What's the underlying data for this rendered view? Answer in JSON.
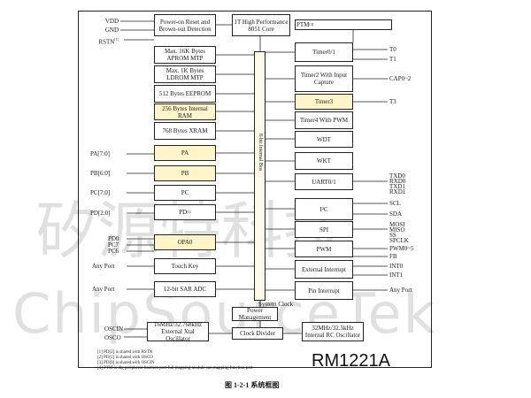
{
  "power_pins": [
    "VDD",
    "GND"
  ],
  "rstn_pin": "RSTN",
  "power_reset": "Power-on Reset and Brown-out Detection",
  "core": "1T High Performance 8051 Core",
  "bus_label": "8-bit Internal Bus",
  "memory": [
    "Max. 16K Bytes APROM MTP",
    "Max. 1K Bytes LDROM MTP",
    "512 Bytes EEPROM",
    "256 Bytes Internal RAM",
    "768 Bytes XRAM"
  ],
  "left_blocks": [
    {
      "label": "PA",
      "pin": "PA[7:0]"
    },
    {
      "label": "PB",
      "pin": "PB[6:0]"
    },
    {
      "label": "PC",
      "pin": "PC[7:0]"
    },
    {
      "label": "PD",
      "pin": "PD[2:0]"
    }
  ],
  "opa": {
    "label": "OPA0",
    "pins": [
      "PD0",
      "PC7",
      "PC6"
    ]
  },
  "touch": {
    "label": "Touch Key",
    "pin": "Any Port"
  },
  "adc": {
    "label": "12-bit SAR ADC",
    "pin": "Any Port"
  },
  "ptm": "PTM",
  "right_blocks": [
    {
      "label": "Timer0/1",
      "pins": [
        "T0",
        "T1"
      ]
    },
    {
      "label": "Timer2 With Input Capture",
      "pins": [
        "CAP0~2"
      ]
    },
    {
      "label": "Timer3",
      "pins": [
        "T3"
      ]
    },
    {
      "label": "Timer4 With PWM",
      "pins": []
    },
    {
      "label": "WDT",
      "pins": []
    },
    {
      "label": "WKT",
      "pins": []
    },
    {
      "label": "UART0/1",
      "pins": [
        "TXD0",
        "RXD0",
        "TXD1",
        "RXD1"
      ]
    },
    {
      "label": "I²C",
      "pins": [
        "SCL",
        "SDA"
      ]
    },
    {
      "label": "SPI",
      "pins": [
        "MOSI",
        "MISO",
        "SS",
        "SPCLK"
      ]
    },
    {
      "label": "PWM",
      "pins": [
        "PWM0~5",
        "FB"
      ]
    },
    {
      "label": "External Interrupt",
      "pins": [
        "INT0",
        "INT1"
      ]
    },
    {
      "label": "Pin Interrupt",
      "pins": [
        "Any Port"
      ]
    }
  ],
  "system_clock": "System Clock",
  "power_mgmt": "Power Management",
  "clock_divider": "Clock Divider",
  "ext_osc": {
    "label": "16MHz/32.768kHz External Xtal Oscillator",
    "pins": [
      "OSCIN",
      "OSCO"
    ]
  },
  "int_osc": "32MHz/32.5kHz Internal RC Oscillator",
  "notes": [
    "[1] PD[2] is shared with RSTN",
    "[2] PD[1] is shared with OSCO",
    "[3] PD[0] is shared with OSCIN",
    "[4] PTM is dig peripheral function port full mapping module can mapping function port"
  ],
  "brand": "RM1221A",
  "caption": "图 1-2-1  系统框图",
  "watermark": {
    "cn": "矽源特科技",
    "en": "ChipSourceTek"
  },
  "colors": {
    "highlight": "#fff5c8",
    "stroke": "#222222"
  }
}
